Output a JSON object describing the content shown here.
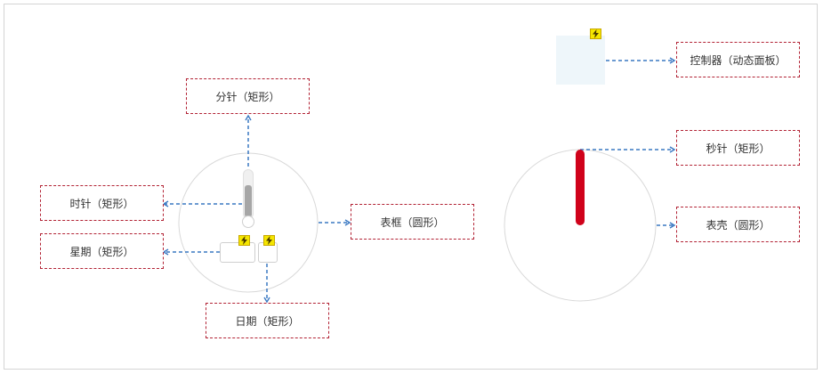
{
  "labels": {
    "minute_hand": "分针（矩形）",
    "hour_hand": "时针（矩形）",
    "weekday": "星期（矩形）",
    "date": "日期（矩形）",
    "bezel": "表框（圆形）",
    "controller": "控制器（动态面板）",
    "second_hand": "秒针（矩形）",
    "case": "表壳（圆形）"
  },
  "colors": {
    "connector": "#3a78c2",
    "label_border": "#b22234",
    "second_hand": "#d0021b",
    "minute_hand": "#a6a6a6",
    "controller_panel": "#eef6fa",
    "lightning_badge": "#f5e600"
  },
  "icons": {
    "dynamic_panel_badge": "lightning-icon",
    "connector_end": "arrowhead-icon"
  }
}
